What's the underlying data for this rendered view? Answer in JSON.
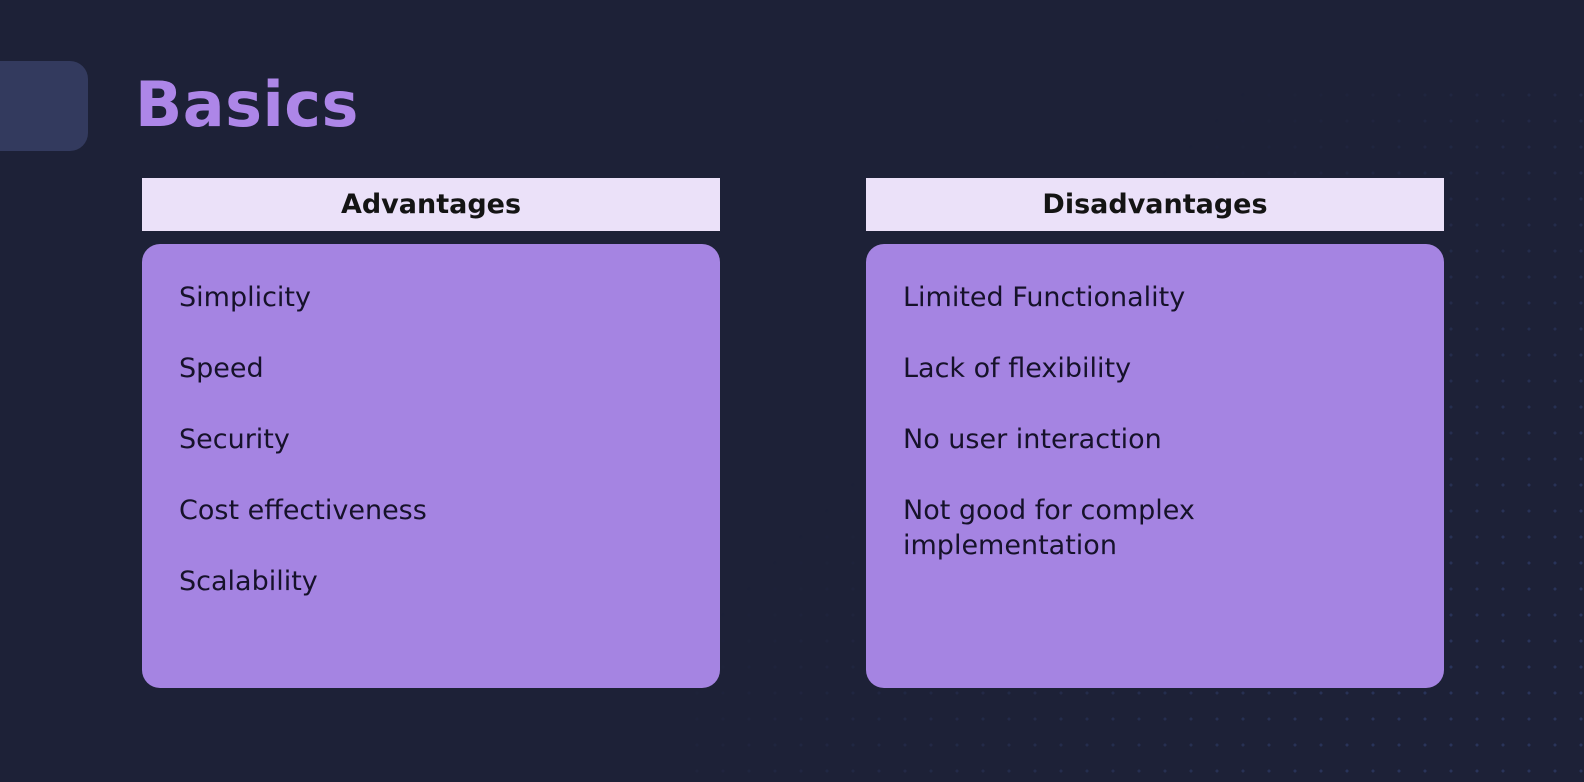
{
  "title": "Basics",
  "colors": {
    "background": "#1d2137",
    "title": "#ad86e8",
    "header_bg": "#ebe1f9",
    "card_bg": "#a584e2",
    "tab_accent": "#333a5e"
  },
  "advantages": {
    "header": "Advantages",
    "items": [
      {
        "label": "Simplicity"
      },
      {
        "label": "Speed"
      },
      {
        "label": "Security"
      },
      {
        "label": "Cost effectiveness"
      },
      {
        "label": "Scalability"
      }
    ]
  },
  "disadvantages": {
    "header": "Disadvantages",
    "items": [
      {
        "label": "Limited Functionality"
      },
      {
        "label": "Lack of flexibility"
      },
      {
        "label": "No user interaction"
      },
      {
        "label": "Not good for complex implementation"
      }
    ]
  }
}
